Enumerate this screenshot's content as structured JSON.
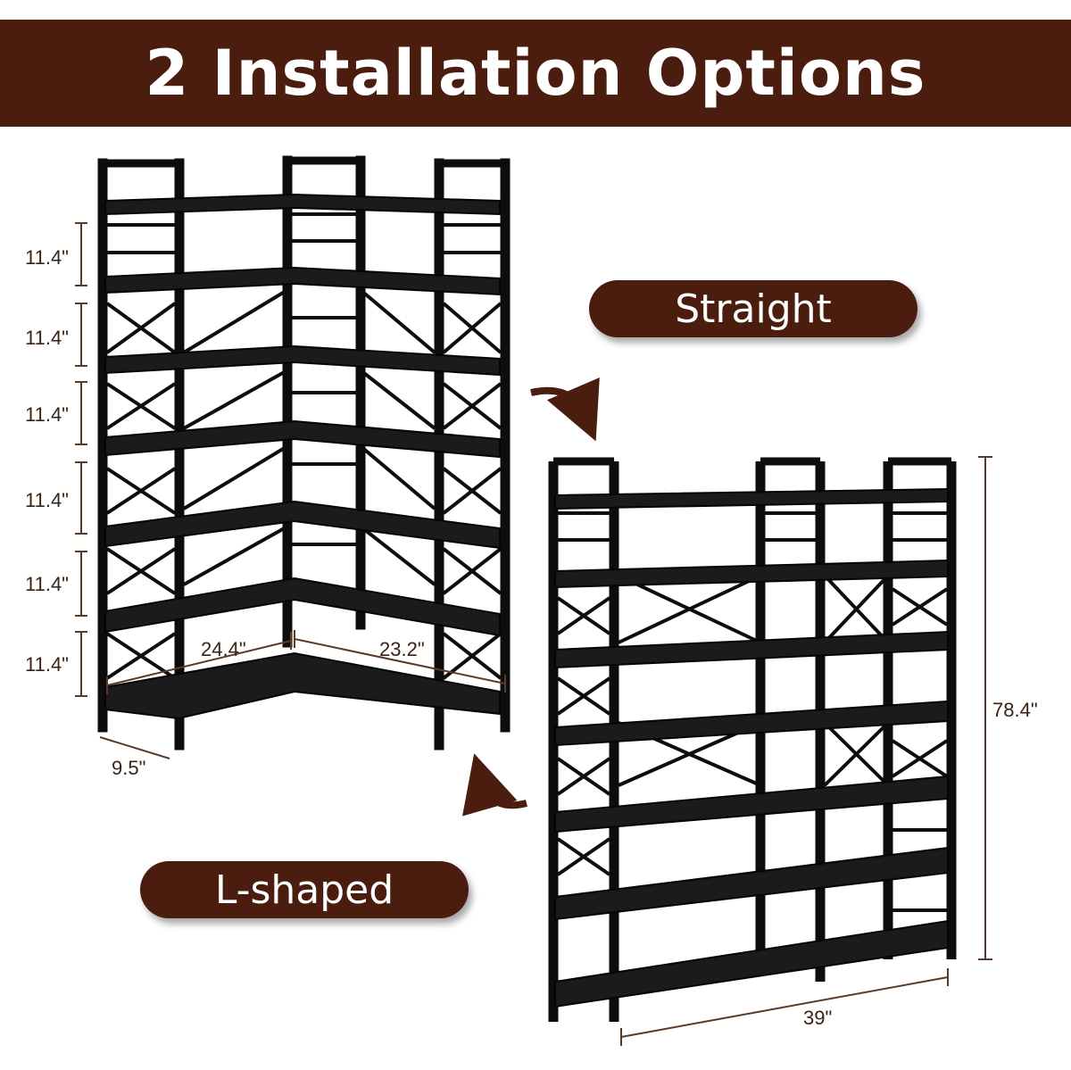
{
  "title": "2 Installation Options",
  "options": {
    "straight_label": "Straight",
    "lshaped_label": "L-shaped"
  },
  "dimensions": {
    "shelf_spacing": [
      "11.4\"",
      "11.4\"",
      "11.4\"",
      "11.4\"",
      "11.4\"",
      "11.4\""
    ],
    "left_side": "24.4\"",
    "right_side": "23.2\"",
    "depth": "9.5\"",
    "height": "78.4\"",
    "width": "39\""
  },
  "colors": {
    "banner": "#4a1d0e",
    "frame": "#0d0d0d",
    "shelf": "#1b1b1b",
    "dim_line": "#5a3a28"
  }
}
